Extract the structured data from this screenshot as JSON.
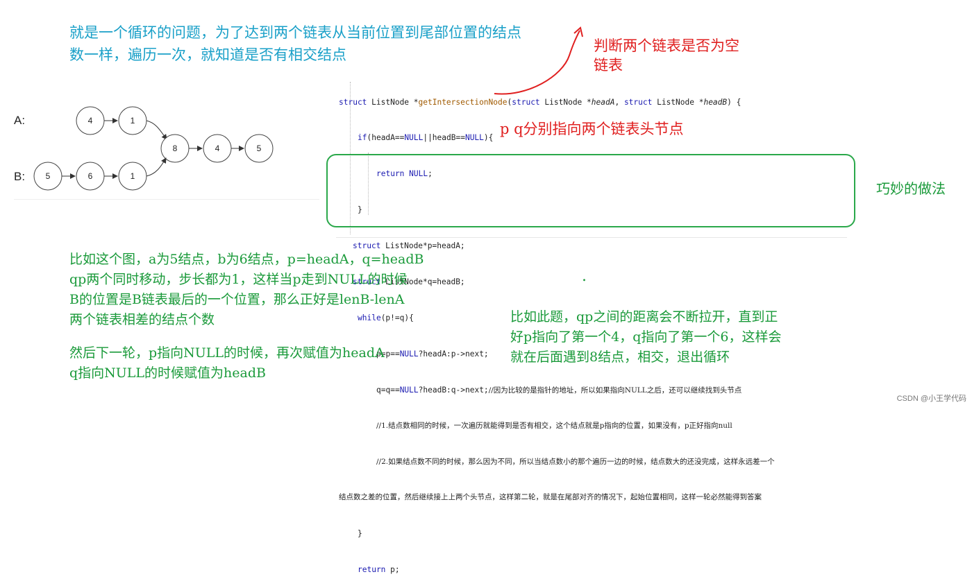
{
  "top_note": {
    "line1": "就是一个循环的问题，为了达到两个链表从当前位置到尾部位置的结点",
    "line2": "数一样，遍历一次，就知道是否有相交结点"
  },
  "red_note_null": {
    "line1": "判断两个链表是否为空",
    "line2": "链表"
  },
  "red_note_pq": "p q分别指向两个链表头节点",
  "clever_note": "巧妙的做法",
  "graph": {
    "label_a": "A:",
    "label_b": "B:",
    "nodes_a": [
      "4",
      "1"
    ],
    "nodes_b": [
      "5",
      "6",
      "1"
    ],
    "nodes_common": [
      "8",
      "4",
      "5"
    ]
  },
  "code": {
    "l1_a": "struct",
    "l1_b": " ListNode *",
    "l1_c": "getIntersectionNode",
    "l1_d": "(",
    "l1_e": "struct",
    "l1_f": " ListNode *",
    "l1_g": "headA",
    "l1_h": ", ",
    "l1_i": "struct",
    "l1_j": " ListNode *",
    "l1_k": "headB",
    "l1_l": ") {",
    "l2_a": "if",
    "l2_b": "(headA==",
    "l2_c": "NULL",
    "l2_d": "||headB==",
    "l2_e": "NULL",
    "l2_f": "){",
    "l3_a": "return",
    "l3_b": " ",
    "l3_c": "NULL",
    "l3_d": ";",
    "l4": "}",
    "l5_a": "struct",
    "l5_b": " ListNode*p=headA;",
    "l6_a": "struct",
    "l6_b": " ListNode*q=headB;",
    "l7_a": "while",
    "l7_b": "(p!=q){",
    "l8_a": "p=p==",
    "l8_b": "NULL",
    "l8_c": "?headA:p->next;",
    "l9_a": "q=q==",
    "l9_b": "NULL",
    "l9_c": "?headB:q->next;",
    "l9_d": "//因为比较的是指针的地址，所以如果指向NULL之后，还可以继续找到头节点",
    "l10": "//1.结点数相同的时候，一次遍历就能得到是否有相交，这个结点就是p指向的位置，如果没有，p正好指向null",
    "l11": "//2.如果结点数不同的时候，那么因为不同，所以当结点数小的那个遍历一边的时候，结点数大的还没完成，这样永远差一个",
    "l12": "结点数之差的位置，然后继续接上上两个头节点，这样第二轮，就是在尾部对齐的情况下，起始位置相同，这样一轮必然能得到答案",
    "l13": "}",
    "l14_a": "return",
    "l14_b": " p;"
  },
  "left_green": [
    "比如这个图，a为5结点，b为6结点，p=headA，q=headB",
    "qp两个同时移动，步长都为1，这样当p走到NULL的时候",
    "B的位置是B链表最后的一个位置，那么正好是lenB-lenA",
    "两个链表相差的结点个数",
    "",
    "然后下一轮，p指向NULL的时候，再次赋值为headA",
    "q指向NULL的时候赋值为headB"
  ],
  "right_green": [
    "比如此题，qp之间的距离会不断拉开，直到正",
    "好p指向了第一个4，q指向了第一个6，这样会",
    "就在后面遇到8结点，相交，退出循环"
  ],
  "dot": ".",
  "watermark": "CSDN @小王学代码",
  "colors": {
    "blue_note": "#1aa0c8",
    "red_note": "#e02020",
    "green_note": "#1a9a3a",
    "green_box": "#2aa84a",
    "keyword": "#1a1ab0"
  }
}
